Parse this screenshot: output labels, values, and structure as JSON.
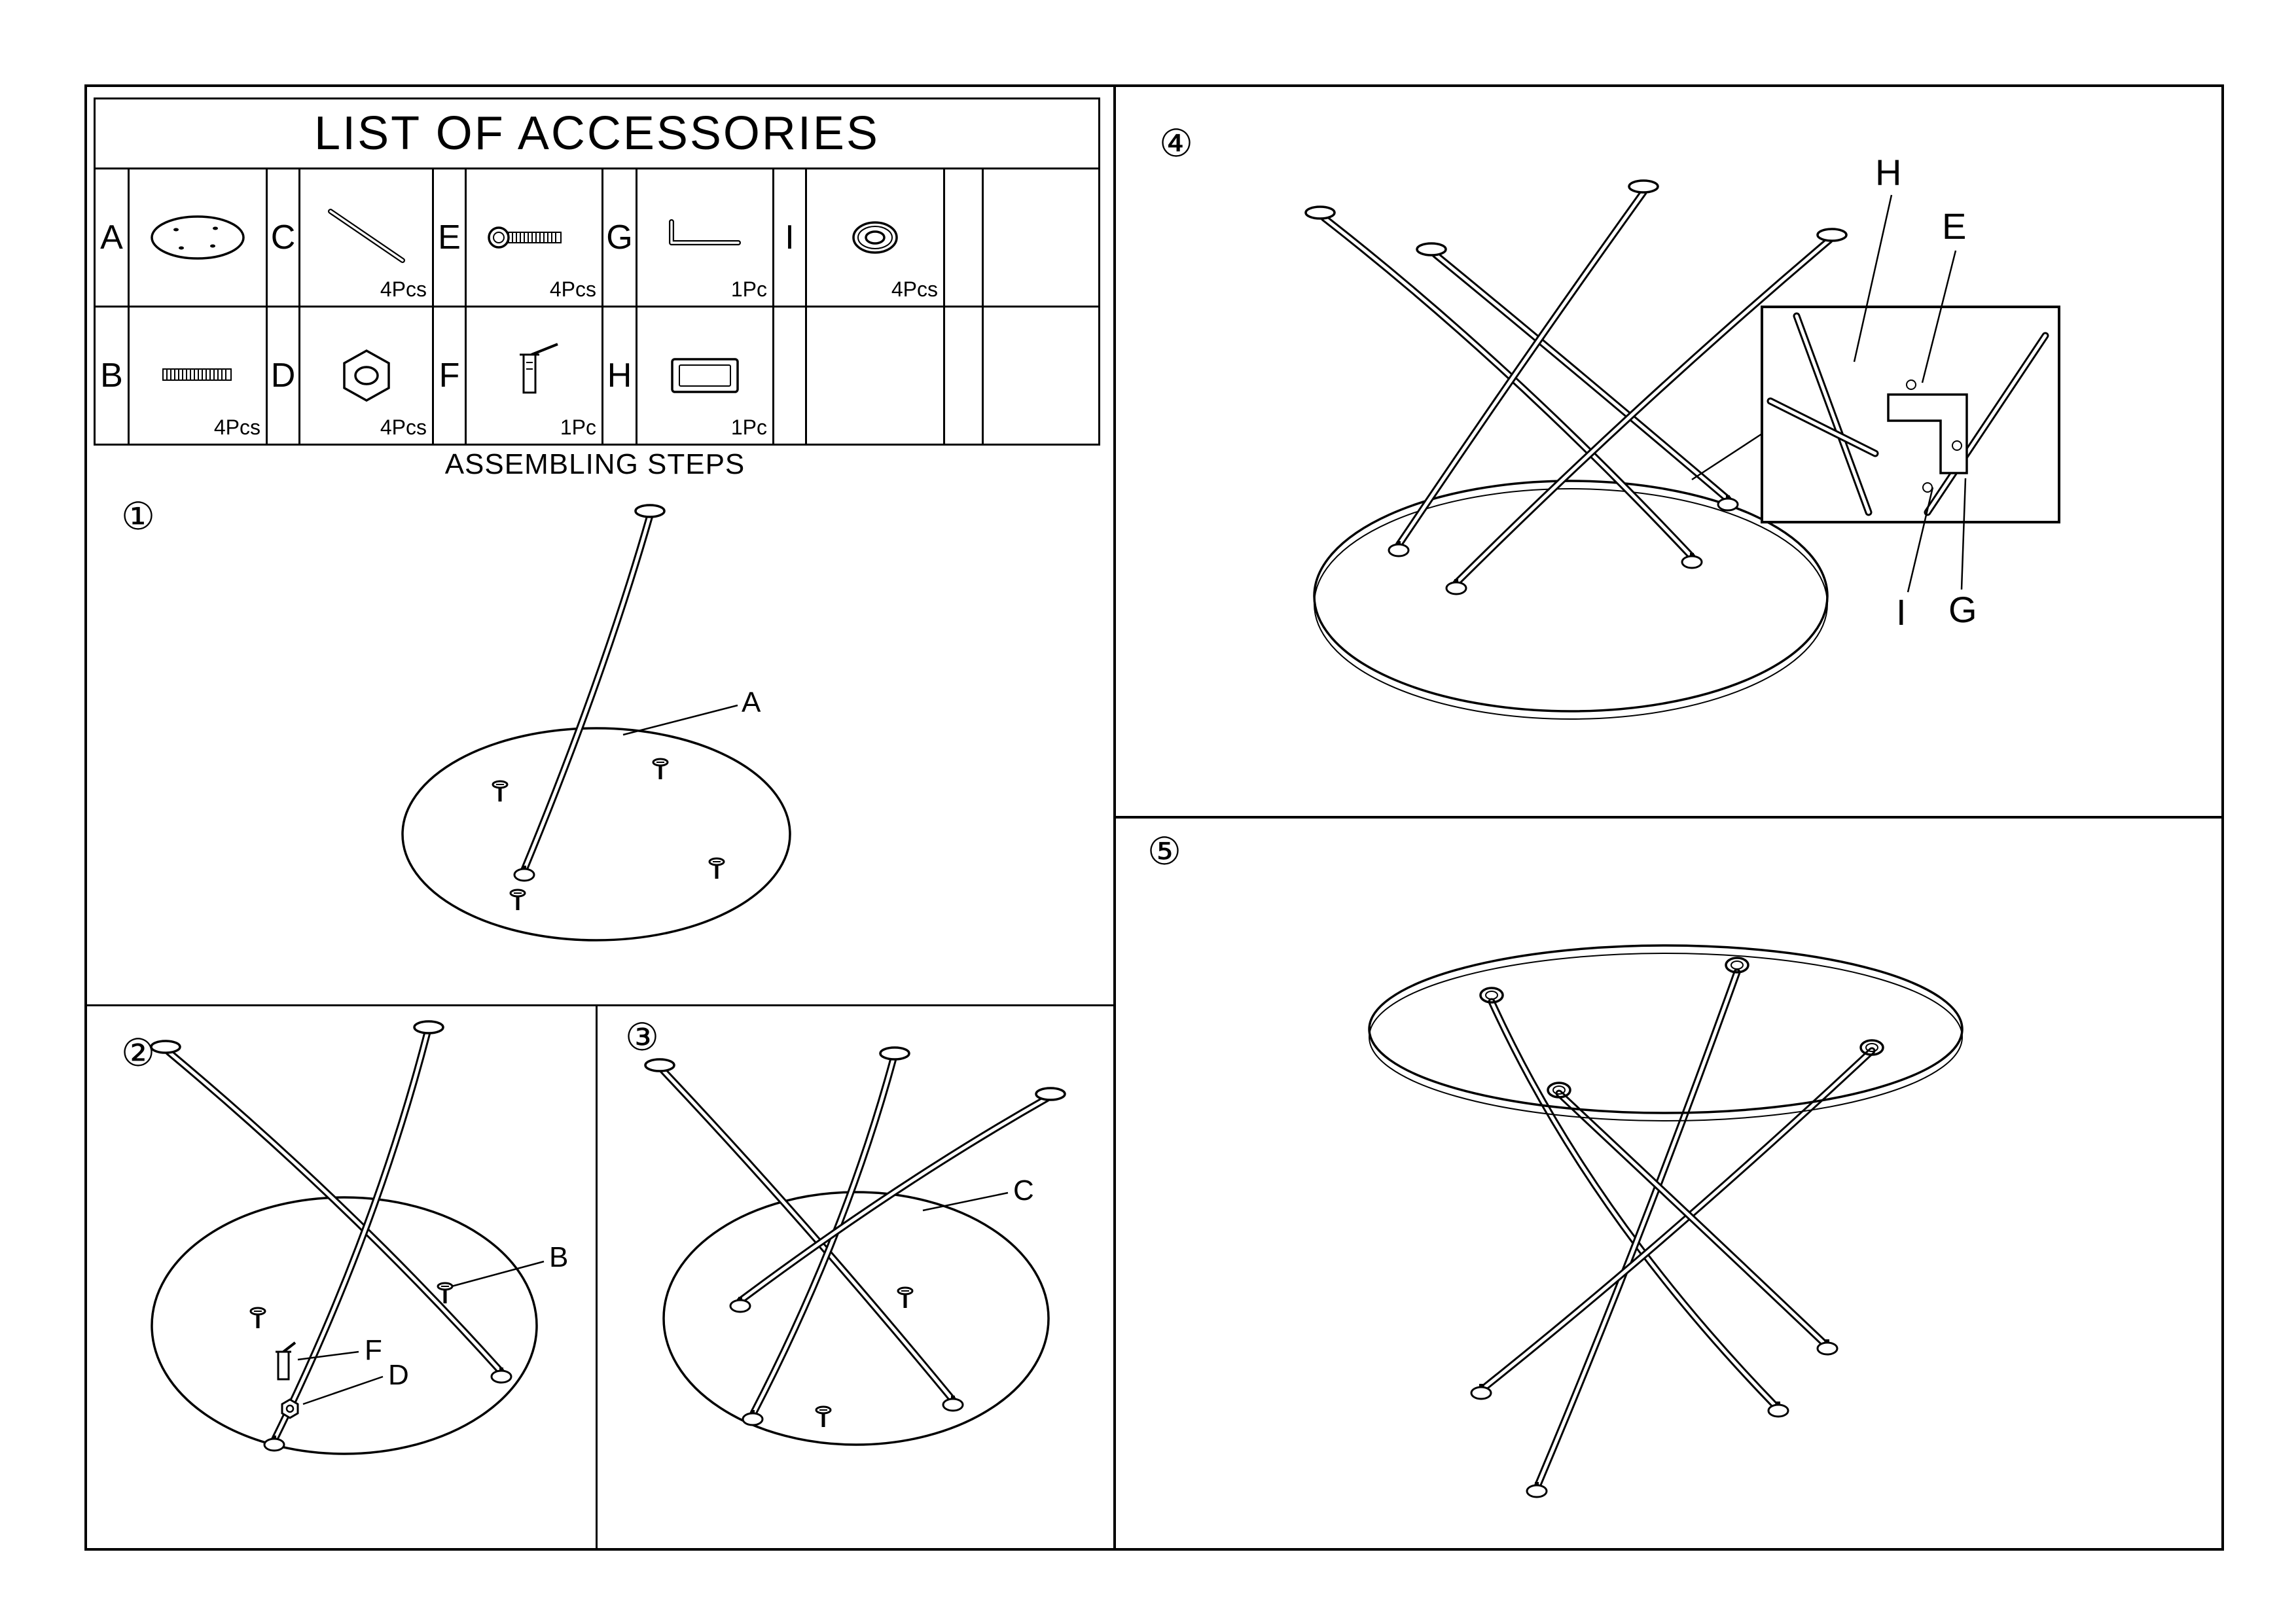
{
  "page": {
    "title": "LIST OF ACCESSORIES",
    "steps_header": "ASSEMBLING STEPS"
  },
  "accessories": {
    "row1": [
      {
        "letter": "A",
        "count": ""
      },
      {
        "letter": "C",
        "count": "4Pcs"
      },
      {
        "letter": "E",
        "count": "4Pcs"
      },
      {
        "letter": "G",
        "count": "1Pc"
      },
      {
        "letter": "I",
        "count": "4Pcs"
      }
    ],
    "row2": [
      {
        "letter": "B",
        "count": "4Pcs"
      },
      {
        "letter": "D",
        "count": "4Pcs"
      },
      {
        "letter": "F",
        "count": "1Pc"
      },
      {
        "letter": "H",
        "count": "1Pc"
      }
    ]
  },
  "steps": {
    "s1": {
      "badge": "①",
      "label_a": "A"
    },
    "s2": {
      "badge": "②",
      "label_b": "B",
      "label_f": "F",
      "label_d": "D"
    },
    "s3": {
      "badge": "③",
      "label_c": "C"
    },
    "s4": {
      "badge": "④",
      "label_h": "H",
      "label_e": "E",
      "label_i": "I",
      "label_g": "G"
    },
    "s5": {
      "badge": "⑤"
    }
  },
  "colors": {
    "ink": "#000000",
    "paper": "#ffffff"
  }
}
